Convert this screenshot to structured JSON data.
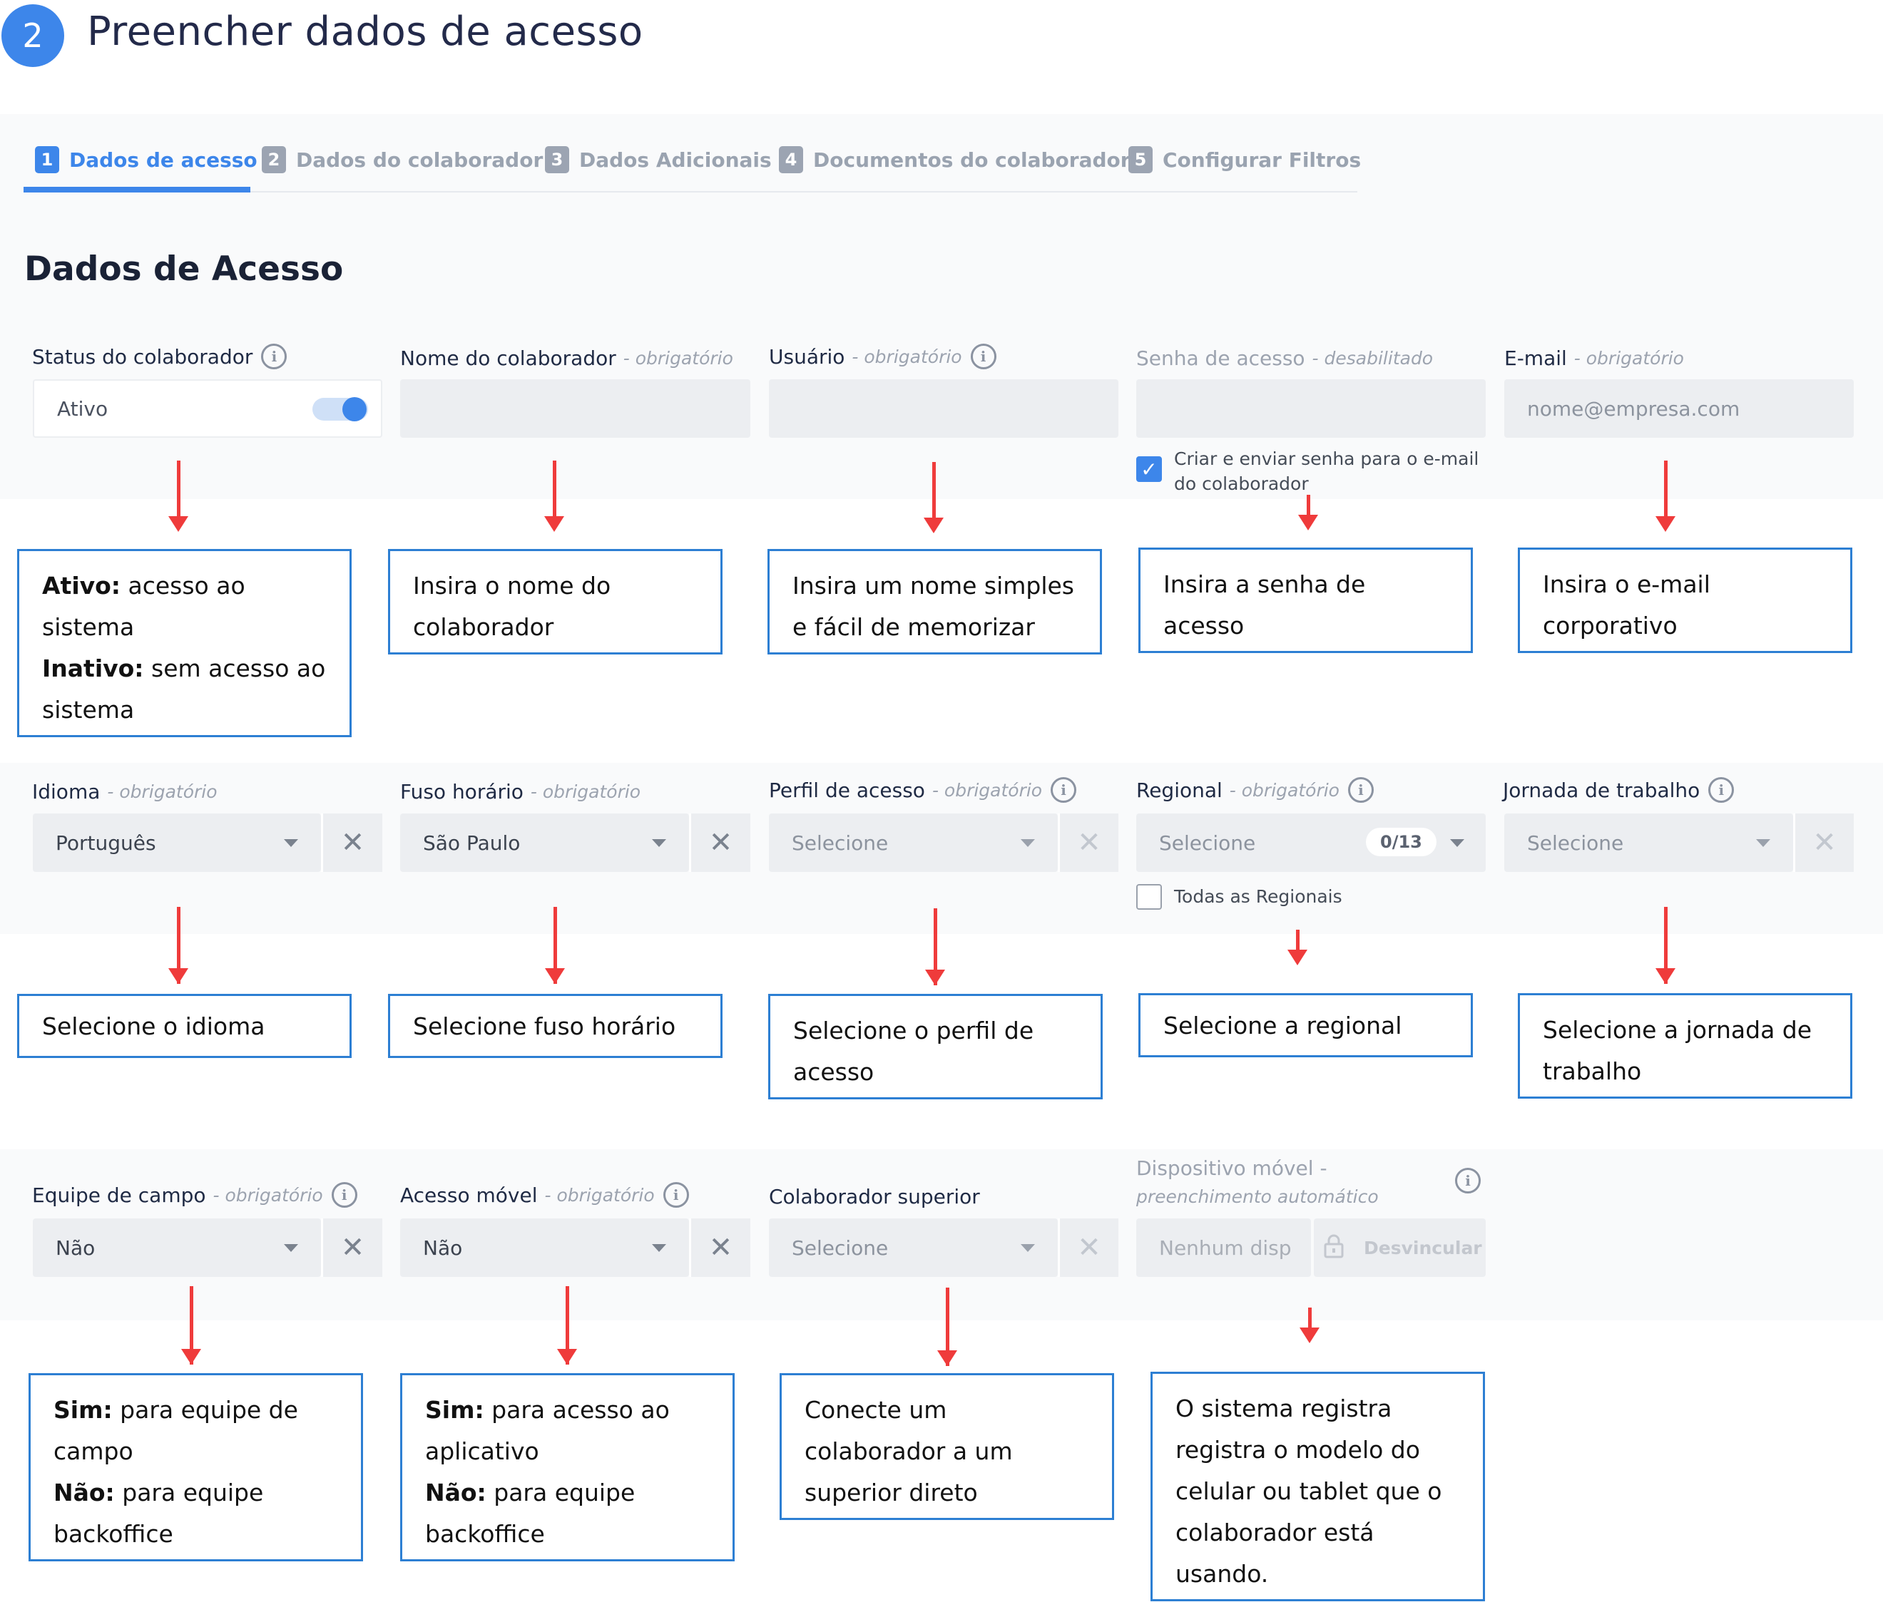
{
  "header": {
    "step_number": "2",
    "title": "Preencher dados de acesso"
  },
  "tabs": [
    {
      "num": "1",
      "label": "Dados de acesso",
      "active": true
    },
    {
      "num": "2",
      "label": "Dados do colaborador"
    },
    {
      "num": "3",
      "label": "Dados Adicionais"
    },
    {
      "num": "4",
      "label": "Documentos do colaborador"
    },
    {
      "num": "5",
      "label": "Configurar Filtros"
    }
  ],
  "section_title": "Dados de Acesso",
  "row1": {
    "status": {
      "label": "Status do colaborador",
      "value": "Ativo",
      "toggle_on": true
    },
    "nome": {
      "label": "Nome do colaborador",
      "tag": "- obrigatório",
      "value": ""
    },
    "usuario": {
      "label": "Usuário",
      "tag": "- obrigatório",
      "value": ""
    },
    "senha": {
      "label": "Senha de acesso",
      "tag": "- desabilitado",
      "value": "",
      "checkbox_label": "Criar e enviar senha para o e-mail do colaborador",
      "checked": true
    },
    "email": {
      "label": "E-mail",
      "tag": "- obrigatório",
      "placeholder": "nome@empresa.com"
    }
  },
  "row2": {
    "idioma": {
      "label": "Idioma",
      "tag": "- obrigatório",
      "value": "Português"
    },
    "fuso": {
      "label": "Fuso horário",
      "tag": "- obrigatório",
      "value": "São Paulo"
    },
    "perfil": {
      "label": "Perfil de acesso",
      "tag": "- obrigatório",
      "value": "Selecione"
    },
    "regional": {
      "label": "Regional",
      "tag": "- obrigatório",
      "value": "Selecione",
      "count": "0/13",
      "checkbox_label": "Todas as Regionais",
      "checked": false
    },
    "jornada": {
      "label": "Jornada de trabalho",
      "value": "Selecione"
    }
  },
  "row3": {
    "equipe": {
      "label": "Equipe de campo",
      "tag": "- obrigatório",
      "value": "Não"
    },
    "movel": {
      "label": "Acesso móvel",
      "tag": "- obrigatório",
      "value": "Não"
    },
    "superior": {
      "label": "Colaborador superior",
      "value": "Selecione"
    },
    "dispositivo": {
      "label": "Dispositivo móvel -",
      "tag": "preenchimento automático",
      "value": "Nenhum disp",
      "unlink_label": "Desvincular"
    }
  },
  "callouts": {
    "c1": {
      "b1": "Ativo:",
      "t1": " acesso ao sistema",
      "b2": "Inativo:",
      "t2": " sem acesso ao sistema"
    },
    "c2": "Insira o nome do colaborador",
    "c3": "Insira um nome simples e fácil de memorizar",
    "c4": "Insira a senha de acesso",
    "c5": "Insira o e-mail corporativo",
    "c6": "Selecione o idioma",
    "c7": "Selecione fuso horário",
    "c8": "Selecione o perfil de acesso",
    "c9": "Selecione a regional",
    "c10": "Selecione a jornada de trabalho",
    "c11": {
      "b1": "Sim:",
      "t1": " para equipe de campo",
      "b2": "Não:",
      "t2": " para equipe backoffice"
    },
    "c12": {
      "b1": "Sim:",
      "t1": " para acesso ao aplicativo",
      "b2": "Não:",
      "t2": " para equipe backoffice"
    },
    "c13": "Conecte um colaborador a um superior direto",
    "c14": "O sistema registra registra o modelo do celular ou tablet que o colaborador está usando."
  },
  "colors": {
    "accent": "#3d86ea",
    "arrow": "#ef3b3b",
    "callout_border": "#2d7fd3"
  },
  "icons": [
    "info-icon",
    "close-icon",
    "chevron-down-icon",
    "lock-icon",
    "check-icon"
  ]
}
